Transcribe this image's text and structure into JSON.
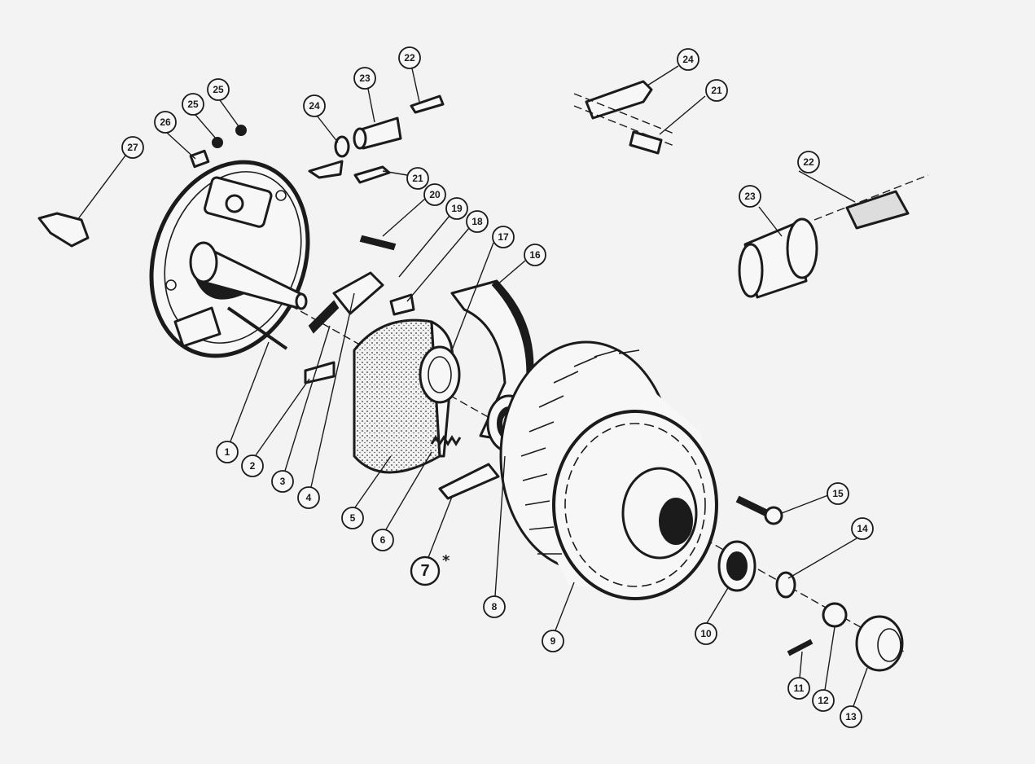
{
  "diagram": {
    "title": "Brake drum and hub assembly exploded view",
    "callouts": {
      "c1": "1",
      "c2": "2",
      "c3": "3",
      "c4": "4",
      "c5": "5",
      "c6": "6",
      "c7": "7",
      "c8": "8",
      "c9": "9",
      "c10": "10",
      "c11": "11",
      "c12": "12",
      "c13": "13",
      "c14": "14",
      "c15": "15",
      "c16": "16",
      "c17": "17",
      "c18": "18",
      "c19": "19",
      "c20": "20",
      "c21a": "21",
      "c22a": "22",
      "c23a": "23",
      "c24a": "24",
      "c25a": "25",
      "c25b": "25",
      "c26": "26",
      "c27": "27",
      "c21b": "21",
      "c22b": "22",
      "c23b": "23",
      "c24b": "24"
    },
    "asterisk": "*"
  }
}
